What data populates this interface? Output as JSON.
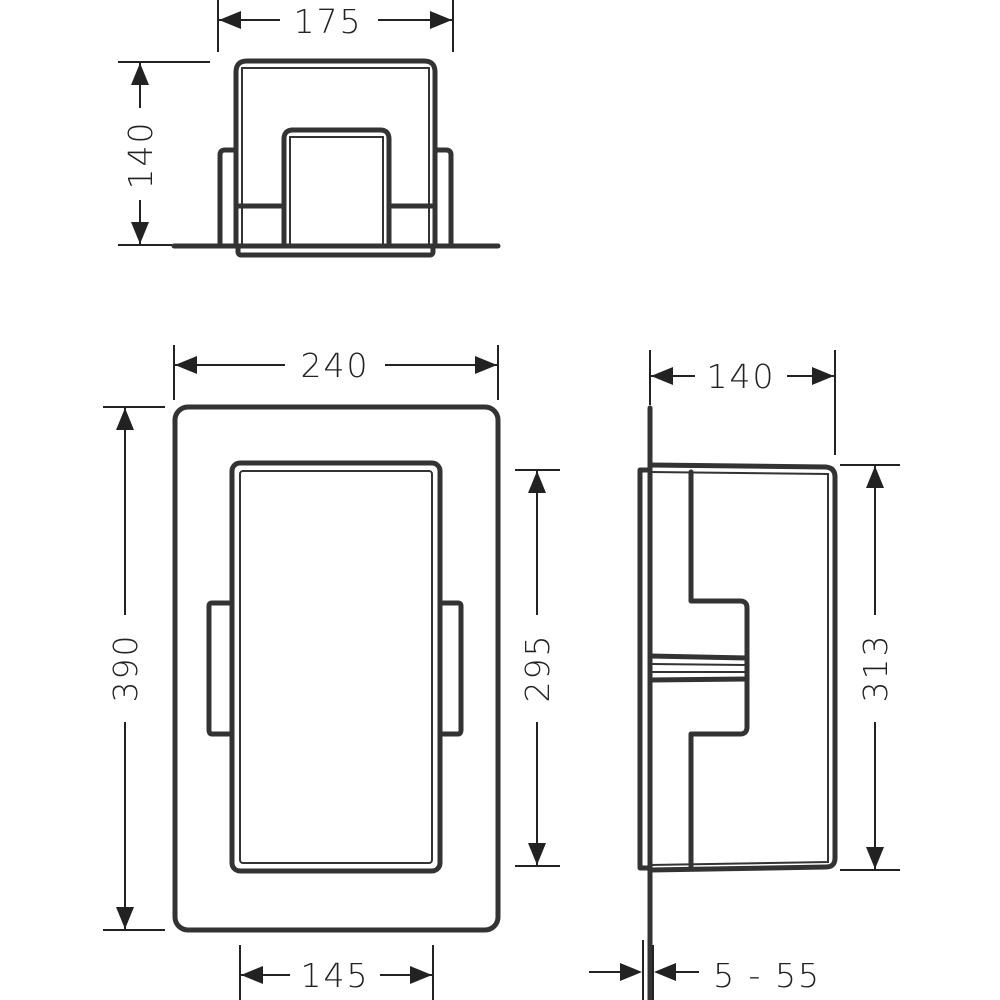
{
  "drawing": {
    "top_view": {
      "width_label": "175",
      "depth_label": "140"
    },
    "front_view": {
      "width_label": "240",
      "height_label": "390",
      "inner_height_label": "295",
      "inner_width_label": "145"
    },
    "side_view": {
      "depth_label": "140",
      "height_label": "313",
      "wall_thickness_label": "5 - 55"
    },
    "line_color": "#333333"
  }
}
